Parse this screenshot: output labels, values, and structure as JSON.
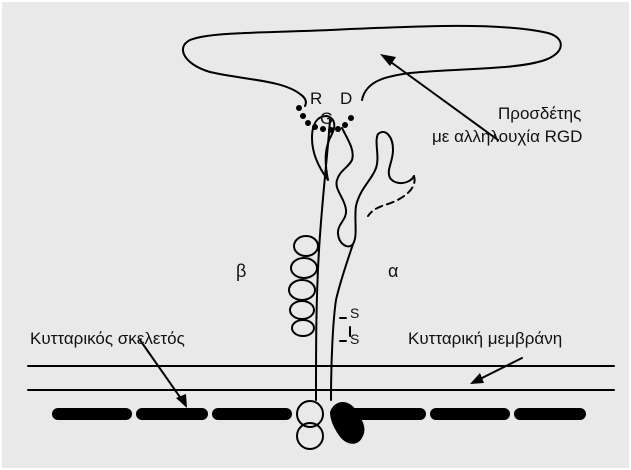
{
  "labels": {
    "ligand": [
      "Προσδέτης",
      "με αλληλουχία RGD"
    ],
    "cytoskeleton": "Κυτταρικός σκελετός",
    "membrane": "Κυτταρική μεμβράνη",
    "beta": "β",
    "alpha": "α",
    "residue_r": "R",
    "residue_g": "G",
    "residue_d": "D",
    "disulfide_top": "S",
    "disulfide_bottom": "S"
  },
  "colors": {
    "background": "#e9e9e9",
    "ink": "#000000"
  }
}
